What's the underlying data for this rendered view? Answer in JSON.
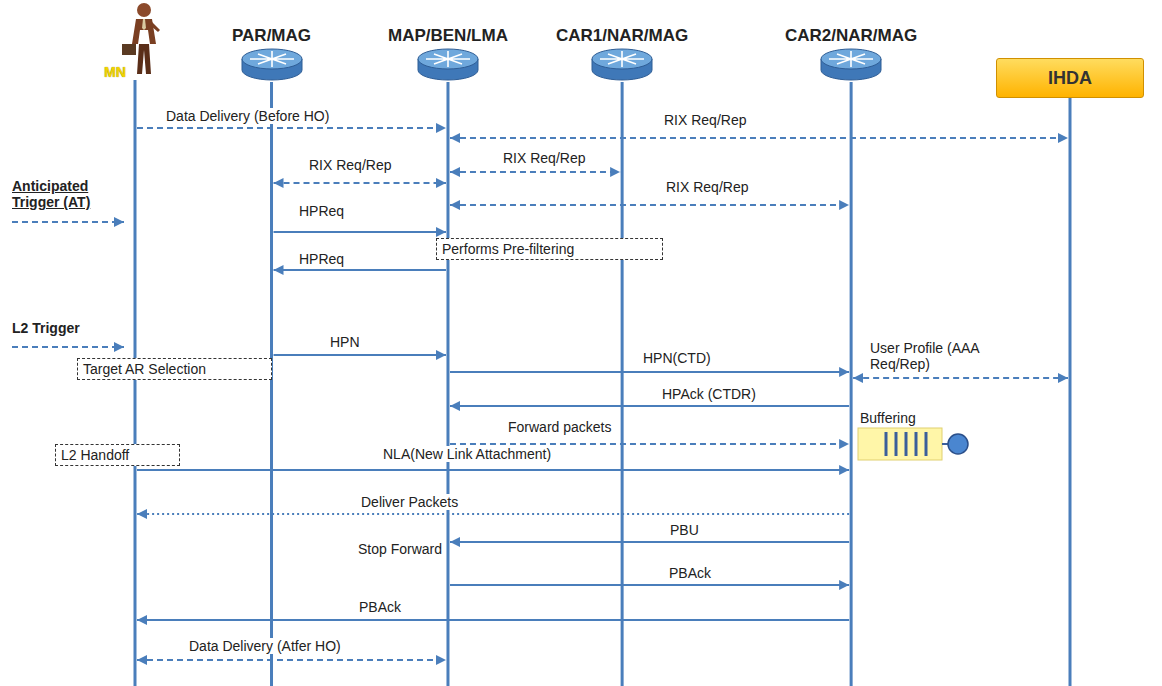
{
  "diagram": {
    "nodes": [
      {
        "text": [
          "MN"
        ]
      },
      {
        "text": [
          "PAR/MAG"
        ]
      },
      {
        "text": [
          "MAP/BEN/LMA"
        ]
      },
      {
        "text": [
          "CAR1/NAR/MAG"
        ]
      },
      {
        "text": [
          "CAR2/NAR/MAG"
        ]
      },
      {
        "text": [
          "IHDA"
        ]
      },
      {
        "text": [
          "Performs Pre-filtering"
        ]
      },
      {
        "text": [
          "Target AR Selection"
        ]
      },
      {
        "text": [
          "L2 Handoff"
        ]
      }
    ],
    "edges": [
      {
        "from": 0,
        "to": 2,
        "arrow": "to",
        "label": "Data Delivery (Before HO)"
      },
      {
        "from": 2,
        "to": 5,
        "arrow": "both",
        "label": "RIX Req/Rep"
      },
      {
        "from": 1,
        "to": 2,
        "arrow": "both",
        "label": "RIX Req/Rep"
      },
      {
        "from": 2,
        "to": 3,
        "arrow": "both",
        "label": "RIX Req/Rep"
      },
      {
        "from": 2,
        "to": 4,
        "arrow": "both",
        "label": "RIX Req/Rep"
      },
      {
        "from": 1,
        "to": 2,
        "arrow": "to",
        "label": "HPReq"
      },
      {
        "from": 2,
        "to": 1,
        "arrow": "to",
        "label": "HPReq"
      },
      {
        "from": 1,
        "to": 2,
        "arrow": "to",
        "label": "HPN"
      },
      {
        "from": 2,
        "to": 4,
        "arrow": "to",
        "label": "HPN(CTD)"
      },
      {
        "from": 4,
        "to": 5,
        "arrow": "both",
        "label": "User Profile (AAA Req/Rep)"
      },
      {
        "from": 4,
        "to": 2,
        "arrow": "to",
        "label": "HPAck (CTDR)"
      },
      {
        "from": 2,
        "to": 4,
        "arrow": "to",
        "label": "Forward packets"
      },
      {
        "from": 0,
        "to": 4,
        "arrow": "to",
        "label": "NLA(New Link Attachment)"
      },
      {
        "from": 4,
        "to": 0,
        "arrow": "to",
        "label": "Deliver Packets"
      },
      {
        "from": 4,
        "to": 2,
        "arrow": "to",
        "label": "PBU"
      },
      {
        "from": 2,
        "to": 4,
        "arrow": "to",
        "label": "PBAck"
      },
      {
        "from": 4,
        "to": 0,
        "arrow": "to",
        "label": "PBAck"
      },
      {
        "from": 0,
        "to": 2,
        "arrow": "both",
        "label": "Data Delivery (Atfer HO)"
      }
    ],
    "labels": [
      "Anticipated Trigger (AT)",
      "L2 Trigger",
      "Stop Forward",
      "Buffering"
    ]
  }
}
